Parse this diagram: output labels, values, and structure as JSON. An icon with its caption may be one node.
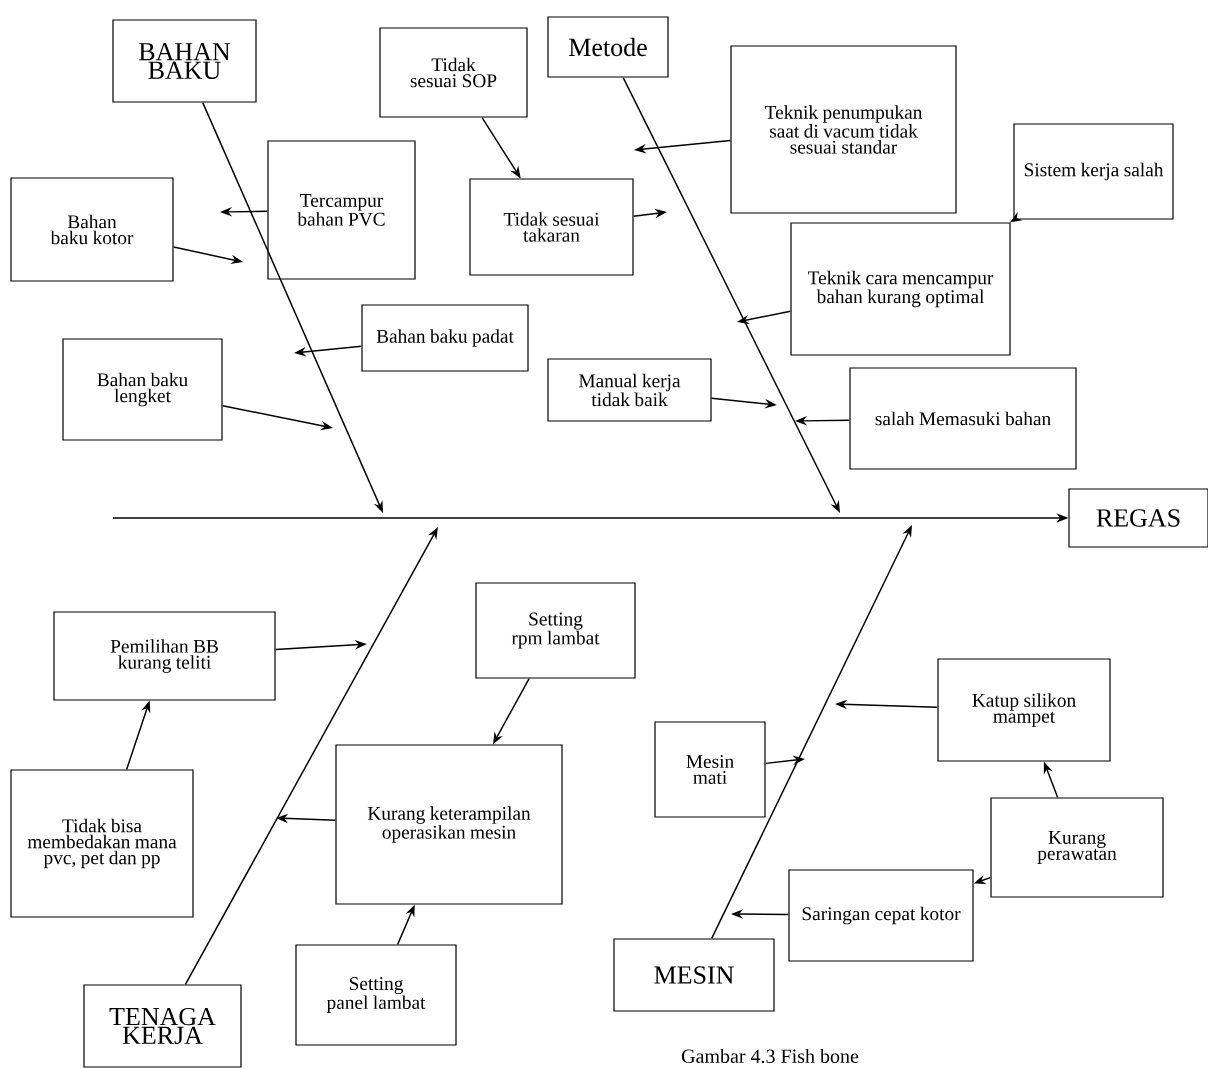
{
  "diagram": {
    "caption": "Gambar 4.3 Fish bone",
    "nodes": [
      {
        "text": [
          "BAHAN BAKU"
        ]
      },
      {
        "text": [
          "Tidak sesuai SOP"
        ]
      },
      {
        "text": [
          "Metode"
        ]
      },
      {
        "text": [
          "Teknik penumpukan saat di vacum tidak sesuai standar"
        ]
      },
      {
        "text": [
          "Sistem kerja salah"
        ]
      },
      {
        "text": [
          "Tercampur bahan PVC"
        ]
      },
      {
        "text": [
          "Bahan baku kotor"
        ]
      },
      {
        "text": [
          "Tidak sesuai takaran"
        ]
      },
      {
        "text": [
          "Teknik cara mencampur bahan kurang optimal"
        ]
      },
      {
        "text": [
          "Bahan baku padat"
        ]
      },
      {
        "text": [
          "Bahan baku lengket"
        ]
      },
      {
        "text": [
          "Manual kerja tidak baik"
        ]
      },
      {
        "text": [
          "salah Memasuki bahan"
        ]
      },
      {
        "text": [
          "REGAS"
        ]
      },
      {
        "text": [
          "Pemilihan BB kurang teliti"
        ]
      },
      {
        "text": [
          "Setting rpm lambat"
        ]
      },
      {
        "text": [
          "Katup silikon mampet"
        ]
      },
      {
        "text": [
          "Mesin mati"
        ]
      },
      {
        "text": [
          "Tidak bisa membedakan mana pvc, pet dan pp"
        ]
      },
      {
        "text": [
          "Kurang keterampilan operasikan mesin"
        ]
      },
      {
        "text": [
          "Kurang perawatan"
        ]
      },
      {
        "text": [
          "Saringan cepat kotor"
        ]
      },
      {
        "text": [
          "Setting panel lambat"
        ]
      },
      {
        "text": [
          "TENAGA KERJA"
        ]
      },
      {
        "text": [
          "MESIN"
        ]
      }
    ],
    "edges": [
      {
        "from": null,
        "to": 13,
        "arrow": "to"
      },
      {
        "from": 0,
        "to": null,
        "arrow": "to"
      },
      {
        "from": 2,
        "to": null,
        "arrow": "to"
      },
      {
        "from": 23,
        "to": null,
        "arrow": "to"
      },
      {
        "from": 24,
        "to": null,
        "arrow": "to"
      },
      {
        "from": 5,
        "to": null,
        "arrow": "to"
      },
      {
        "from": 6,
        "to": null,
        "arrow": "to"
      },
      {
        "from": 9,
        "to": null,
        "arrow": "to"
      },
      {
        "from": 10,
        "to": null,
        "arrow": "to"
      },
      {
        "from": 1,
        "to": 7,
        "arrow": "to"
      },
      {
        "from": 7,
        "to": null,
        "arrow": "to"
      },
      {
        "from": 3,
        "to": null,
        "arrow": "to"
      },
      {
        "from": 4,
        "to": 8,
        "arrow": "to"
      },
      {
        "from": 8,
        "to": null,
        "arrow": "to"
      },
      {
        "from": 11,
        "to": null,
        "arrow": "to"
      },
      {
        "from": 12,
        "to": null,
        "arrow": "to"
      },
      {
        "from": 14,
        "to": null,
        "arrow": "to"
      },
      {
        "from": 18,
        "to": 14,
        "arrow": "to"
      },
      {
        "from": 15,
        "to": 19,
        "arrow": "to"
      },
      {
        "from": 19,
        "to": null,
        "arrow": "to"
      },
      {
        "from": 22,
        "to": 19,
        "arrow": "to"
      },
      {
        "from": 16,
        "to": null,
        "arrow": "to"
      },
      {
        "from": 17,
        "to": null,
        "arrow": "to"
      },
      {
        "from": 20,
        "to": 16,
        "arrow": "to"
      },
      {
        "from": 20,
        "to": 21,
        "arrow": "to"
      },
      {
        "from": 21,
        "to": null,
        "arrow": "to"
      }
    ]
  }
}
